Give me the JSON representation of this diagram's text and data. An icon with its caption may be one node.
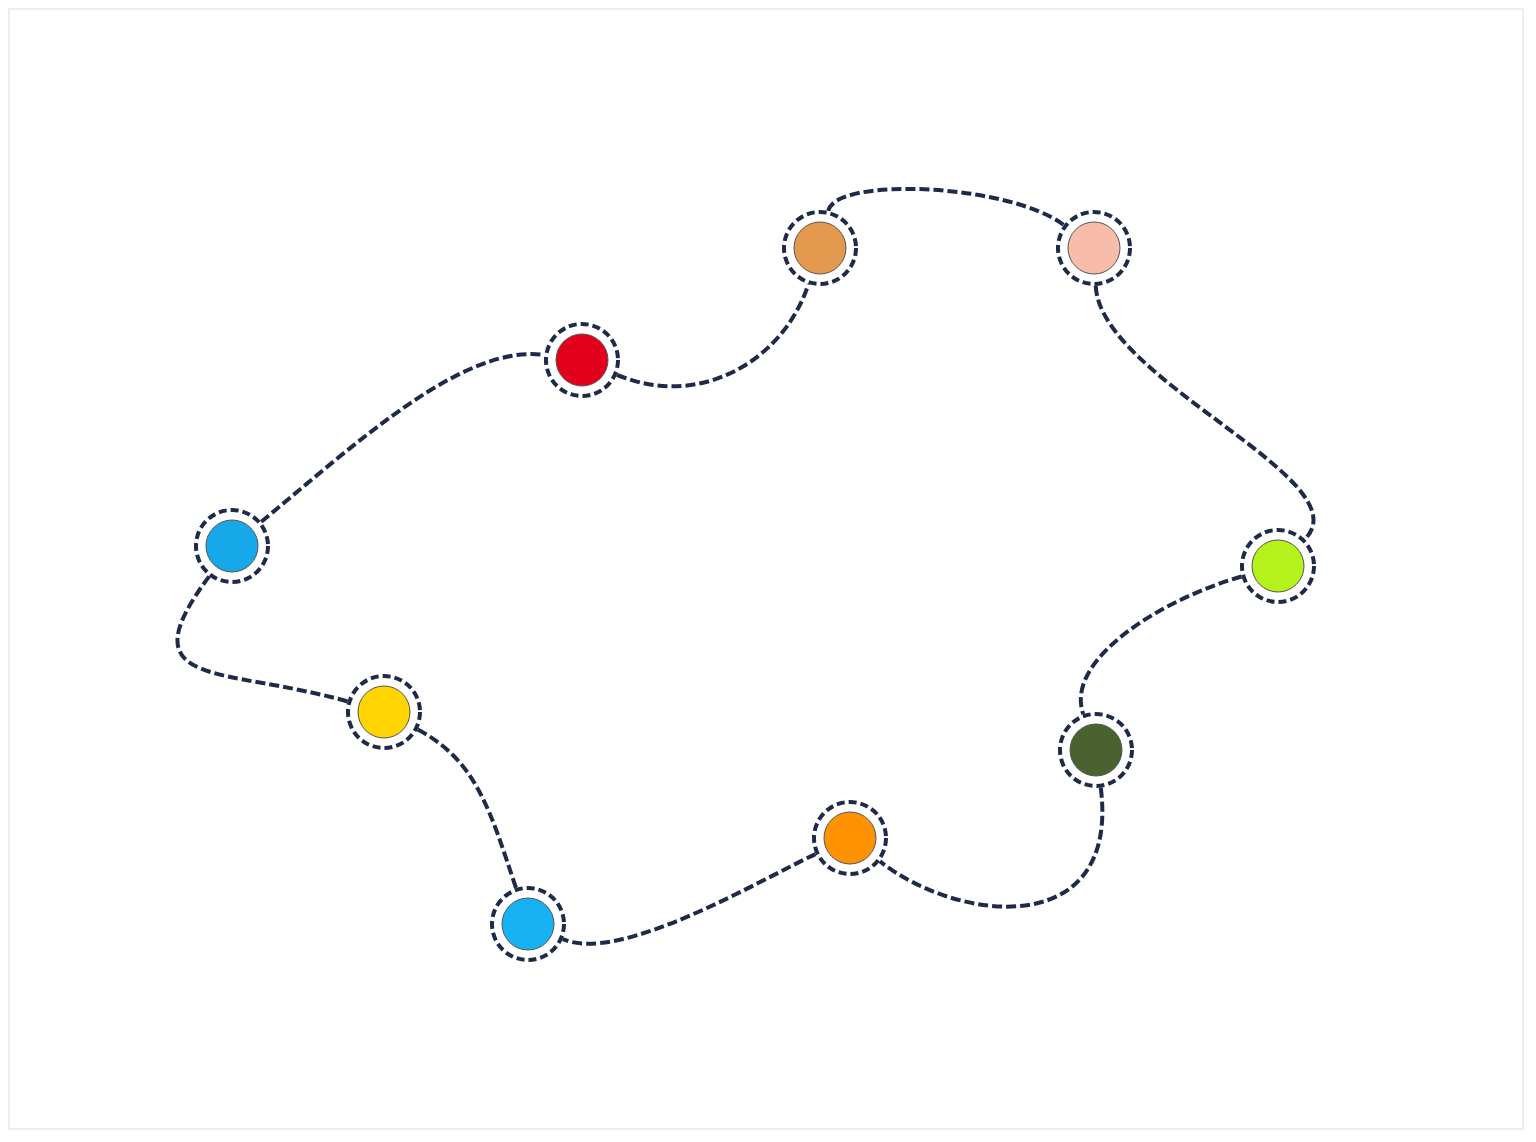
{
  "diagram": {
    "nodes": [
      {
        "text": [],
        "shape": "circle"
      },
      {
        "text": [],
        "shape": "circle"
      },
      {
        "text": [],
        "shape": "circle"
      },
      {
        "text": [],
        "shape": "circle"
      },
      {
        "text": [],
        "shape": "circle"
      },
      {
        "text": [],
        "shape": "circle"
      },
      {
        "text": [],
        "shape": "circle"
      },
      {
        "text": [],
        "shape": "circle"
      },
      {
        "text": [],
        "shape": "circle"
      }
    ],
    "edges": [
      {
        "from": 2,
        "to": 0,
        "arrow": "none",
        "style": "dashed"
      },
      {
        "from": 0,
        "to": 1,
        "arrow": "none",
        "style": "dashed"
      },
      {
        "from": 1,
        "to": 4,
        "arrow": "none",
        "style": "dashed"
      },
      {
        "from": 4,
        "to": 6,
        "arrow": "none",
        "style": "dashed"
      },
      {
        "from": 6,
        "to": 7,
        "arrow": "none",
        "style": "dashed"
      },
      {
        "from": 7,
        "to": 8,
        "arrow": "none",
        "style": "dashed"
      },
      {
        "from": 8,
        "to": 5,
        "arrow": "none",
        "style": "dashed"
      },
      {
        "from": 5,
        "to": 3,
        "arrow": "none",
        "style": "dashed"
      },
      {
        "from": 3,
        "to": 2,
        "arrow": "none",
        "style": "dashed"
      }
    ]
  }
}
